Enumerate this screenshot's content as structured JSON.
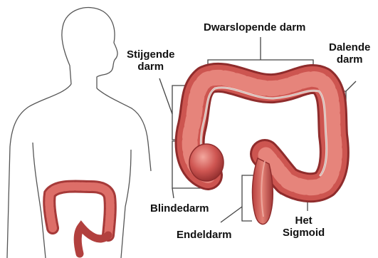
{
  "labels": {
    "transverse": [
      "Dwarslopende darm"
    ],
    "ascending": [
      "Stijgende",
      "darm"
    ],
    "descending": [
      "Dalende",
      "darm"
    ],
    "cecum": [
      "Blindedarm"
    ],
    "rectum": [
      "Endeldarm"
    ],
    "sigmoid": [
      "Het",
      "Sigmoid"
    ]
  },
  "colors": {
    "colon": "#c8504e",
    "colon_dark": "#8e2b2b",
    "colon_light": "#f0a39a",
    "outline": "#444444",
    "text": "#111111"
  },
  "icons": [
    "human-silhouette-outline",
    "colon-organ"
  ]
}
